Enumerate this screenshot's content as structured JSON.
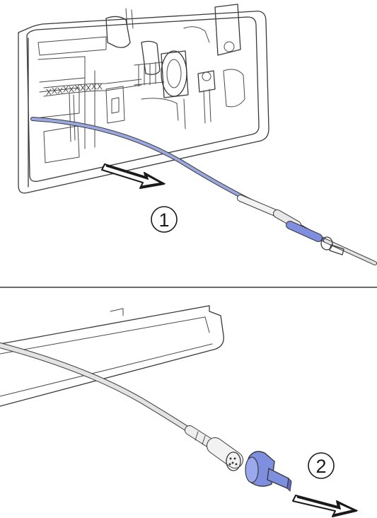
{
  "steps": [
    {
      "number": "1",
      "label": "①"
    },
    {
      "number": "2",
      "label": "②"
    }
  ],
  "colors": {
    "line": "#3a3a3a",
    "cable_highlight": "#9aa8df",
    "connector_blue": "#7f8fe0",
    "arrow": "#1a1a1a",
    "divider": "#3a3a3a",
    "cable_grey": "#e3e3e3"
  }
}
